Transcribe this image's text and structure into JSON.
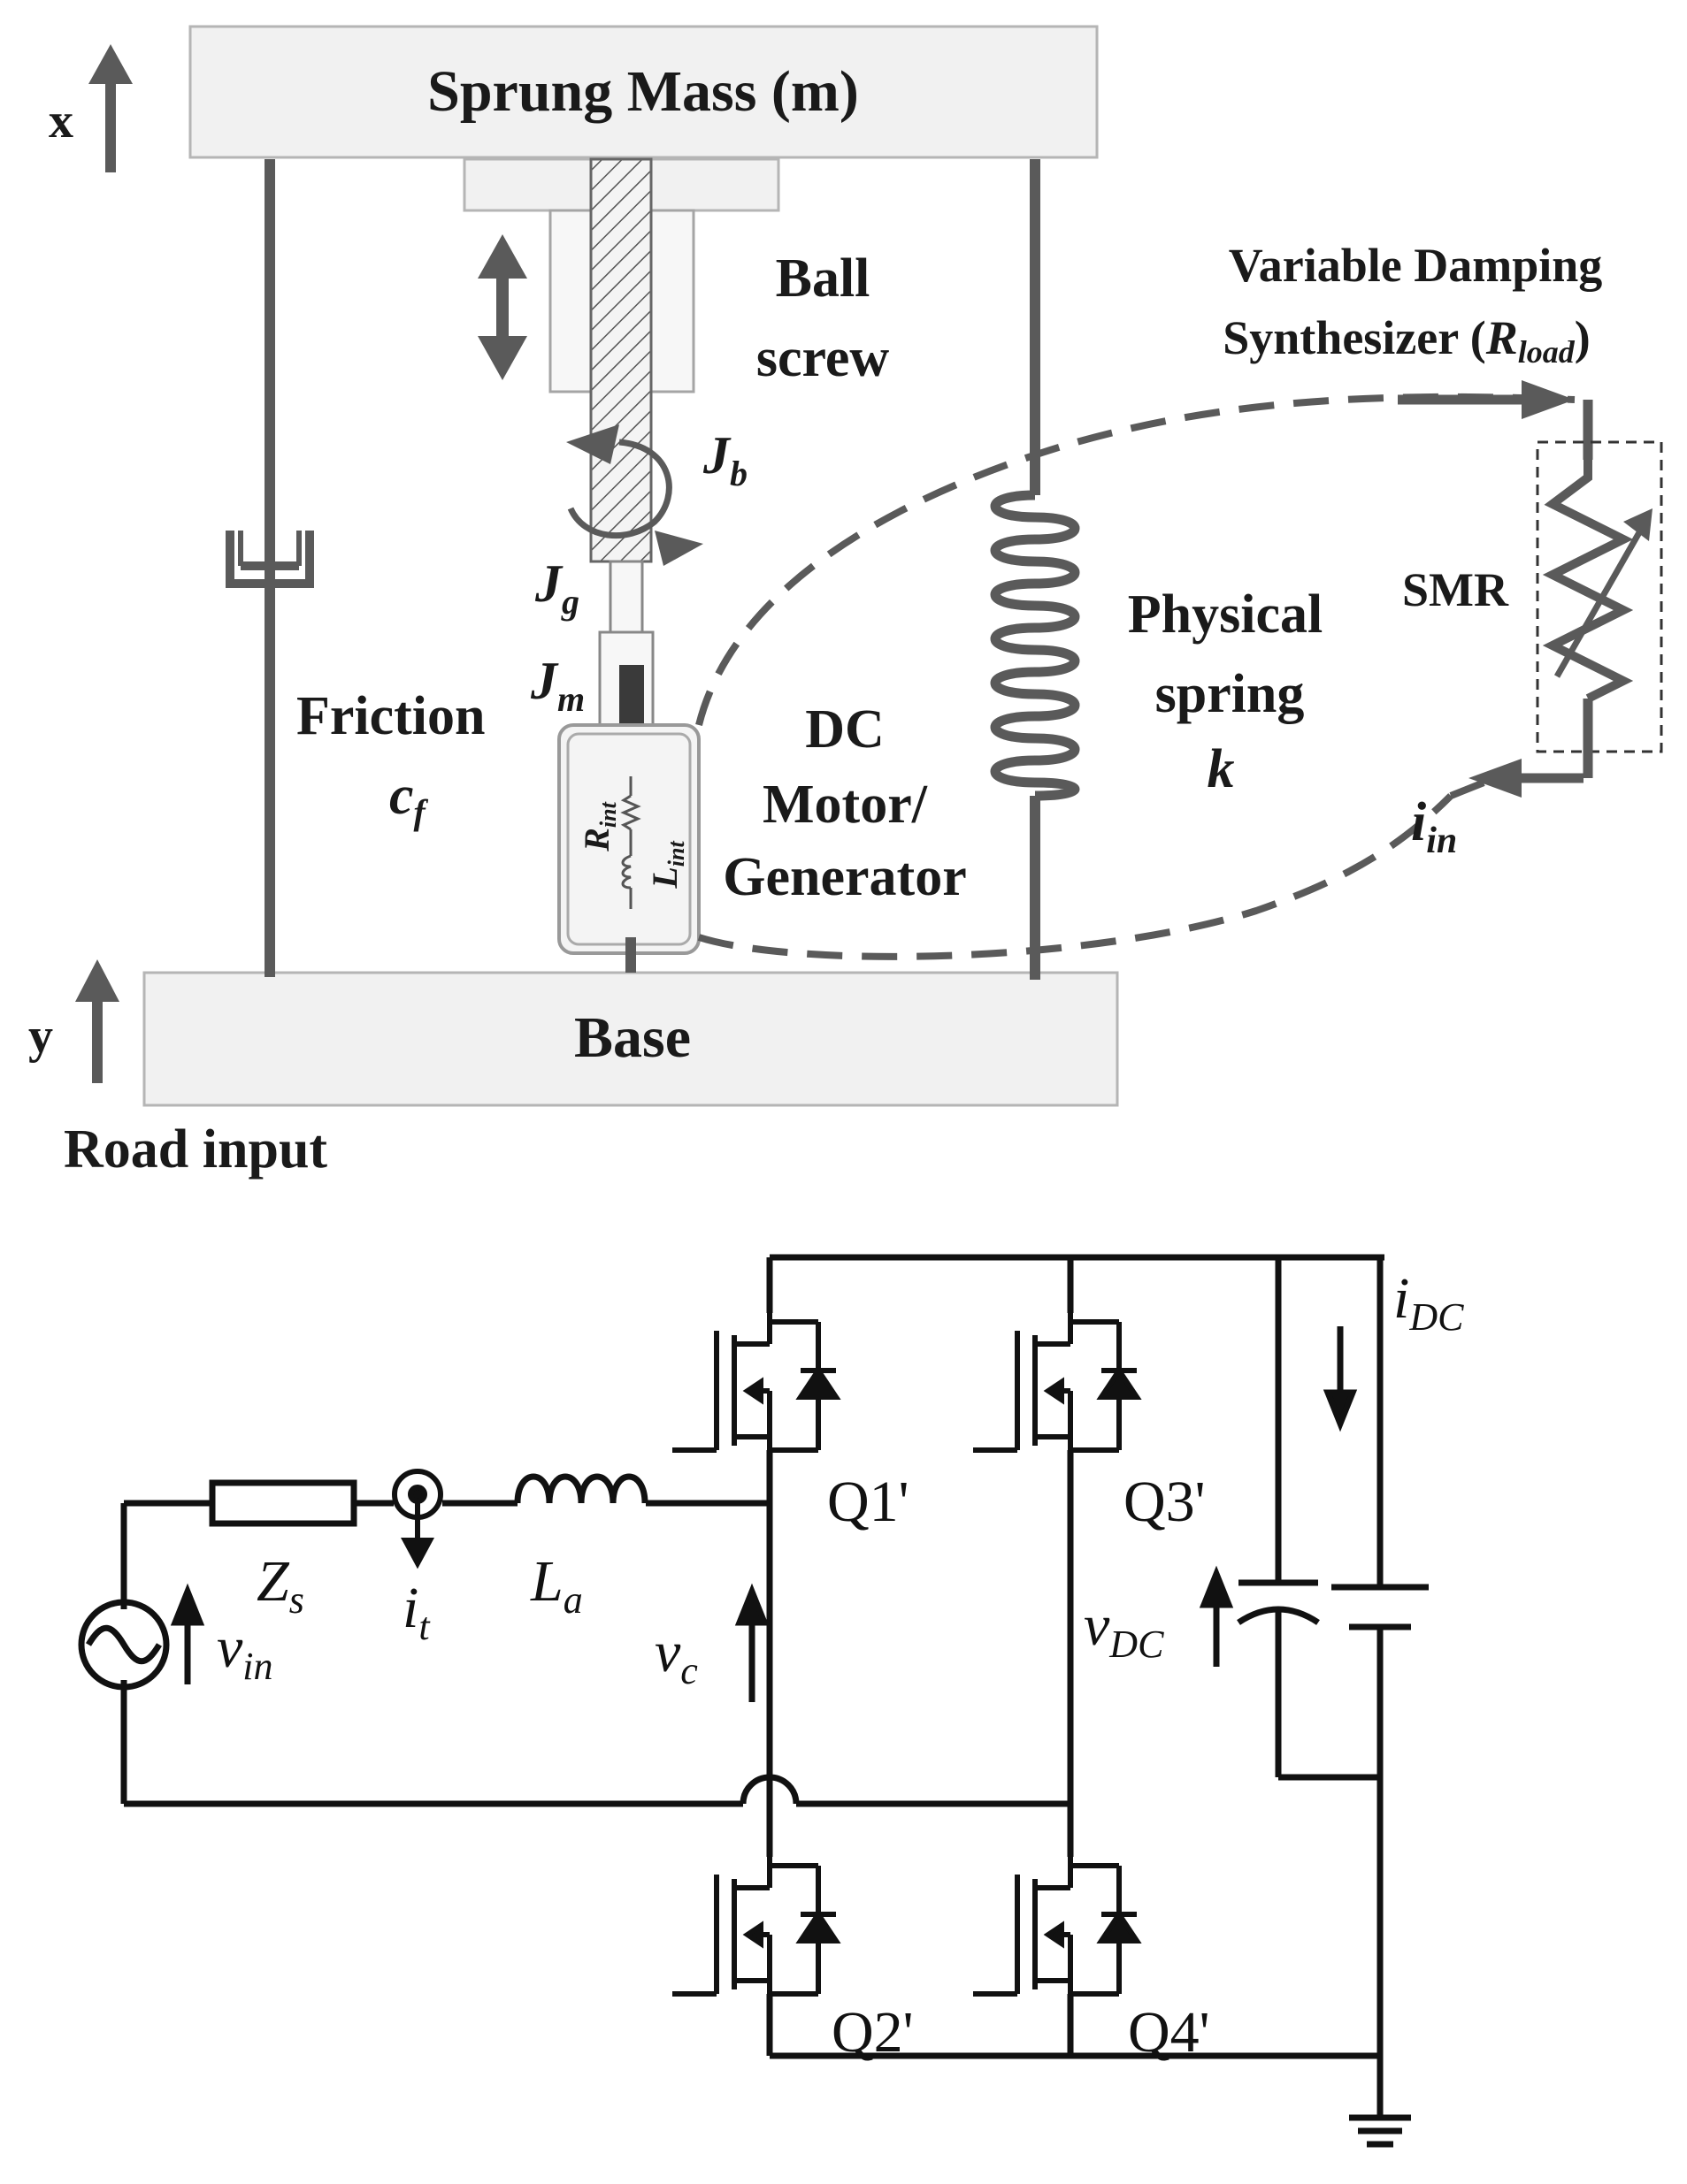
{
  "mechanical": {
    "sprung_mass": "Sprung Mass (m)",
    "x_label": "x",
    "y_label": "y",
    "base": "Base",
    "road_input": "Road input",
    "ball_screw_1": "Ball",
    "ball_screw_2": "screw",
    "jb": "J",
    "jb_sub": "b",
    "jg": "J",
    "jg_sub": "g",
    "jm": "J",
    "jm_sub": "m",
    "friction": "Friction",
    "cf": "c",
    "cf_sub": "f",
    "rint": "R",
    "rint_sub": "int",
    "lint": "L",
    "lint_sub": "int",
    "dc_motor_1": "DC",
    "dc_motor_2": "Motor/",
    "dc_motor_3": "Generator",
    "spring_1": "Physical",
    "spring_2": "spring",
    "spring_k": "k",
    "vds_1": "Variable Damping",
    "vds_2": "Synthesizer (",
    "vds_r": "R",
    "vds_r_sub": "load",
    "vds_close": ")",
    "smr": "SMR",
    "iin": "i",
    "iin_sub": "in"
  },
  "circuit": {
    "zs": "Z",
    "zs_sub": "s",
    "it": "i",
    "it_sub": "t",
    "la": "L",
    "la_sub": "a",
    "vin": "v",
    "vin_sub": "in",
    "vc": "v",
    "vc_sub": "c",
    "vdc": "v",
    "vdc_sub": "DC",
    "idc": "i",
    "idc_sub": "DC",
    "q1": "Q1'",
    "q2": "Q2'",
    "q3": "Q3'",
    "q4": "Q4'"
  },
  "colors": {
    "mech_gray": "#5a5a5a",
    "box_fill": "#f1f1f1",
    "wire": "#111111"
  }
}
